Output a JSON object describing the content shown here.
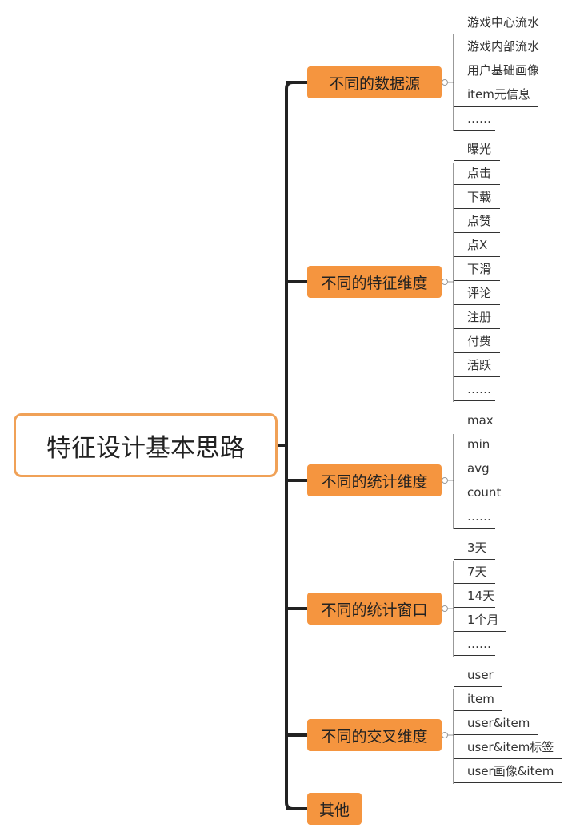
{
  "root": {
    "label": "特征设计基本思路"
  },
  "branches": [
    {
      "label": "不同的数据源",
      "leaves": [
        "游戏中心流水",
        "游戏内部流水",
        "用户基础画像",
        "item元信息",
        "……"
      ]
    },
    {
      "label": "不同的特征维度",
      "leaves": [
        "曝光",
        "点击",
        "下载",
        "点赞",
        "点X",
        "下滑",
        "评论",
        "注册",
        "付费",
        "活跃",
        "……"
      ]
    },
    {
      "label": "不同的统计维度",
      "leaves": [
        "max",
        "min",
        "avg",
        "count",
        "……"
      ]
    },
    {
      "label": "不同的统计窗口",
      "leaves": [
        "3天",
        "7天",
        "14天",
        "1个月",
        "……"
      ]
    },
    {
      "label": "不同的交叉维度",
      "leaves": [
        "user",
        "item",
        "user&item",
        "user&item标签",
        "user画像&item"
      ]
    },
    {
      "label": "其他",
      "leaves": []
    }
  ],
  "colors": {
    "branch_fill": "#f5953f",
    "root_border": "#f0a157",
    "line": "#222222"
  }
}
